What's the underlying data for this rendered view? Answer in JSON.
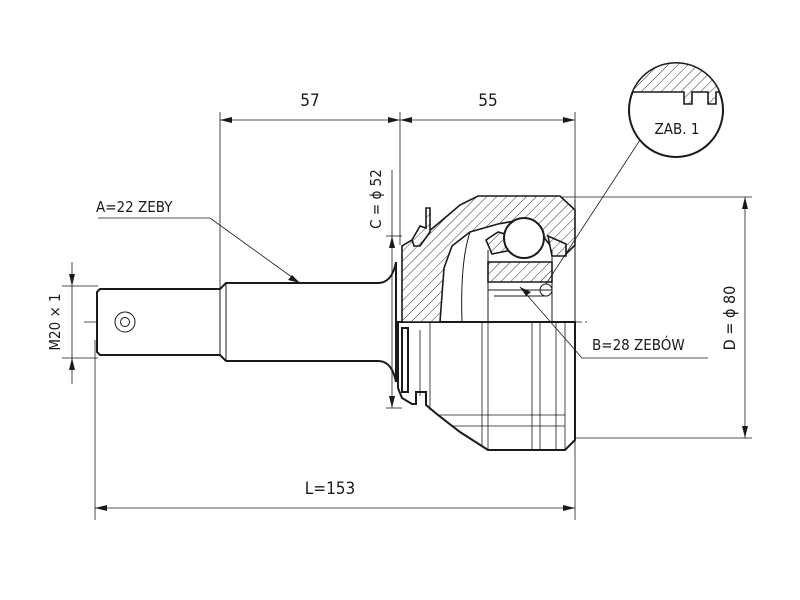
{
  "dimensions": {
    "shaft_length": "57",
    "housing_length": "55",
    "total_length": "L=153",
    "outer_diameter": "D = ϕ 80",
    "seal_diameter": "C = ϕ 52",
    "thread": "M20 × 1"
  },
  "splines": {
    "outer": "A=22 ZEBY",
    "inner": "B=28 ZEBÓW"
  },
  "detail": {
    "label": "ZAB. 1"
  }
}
